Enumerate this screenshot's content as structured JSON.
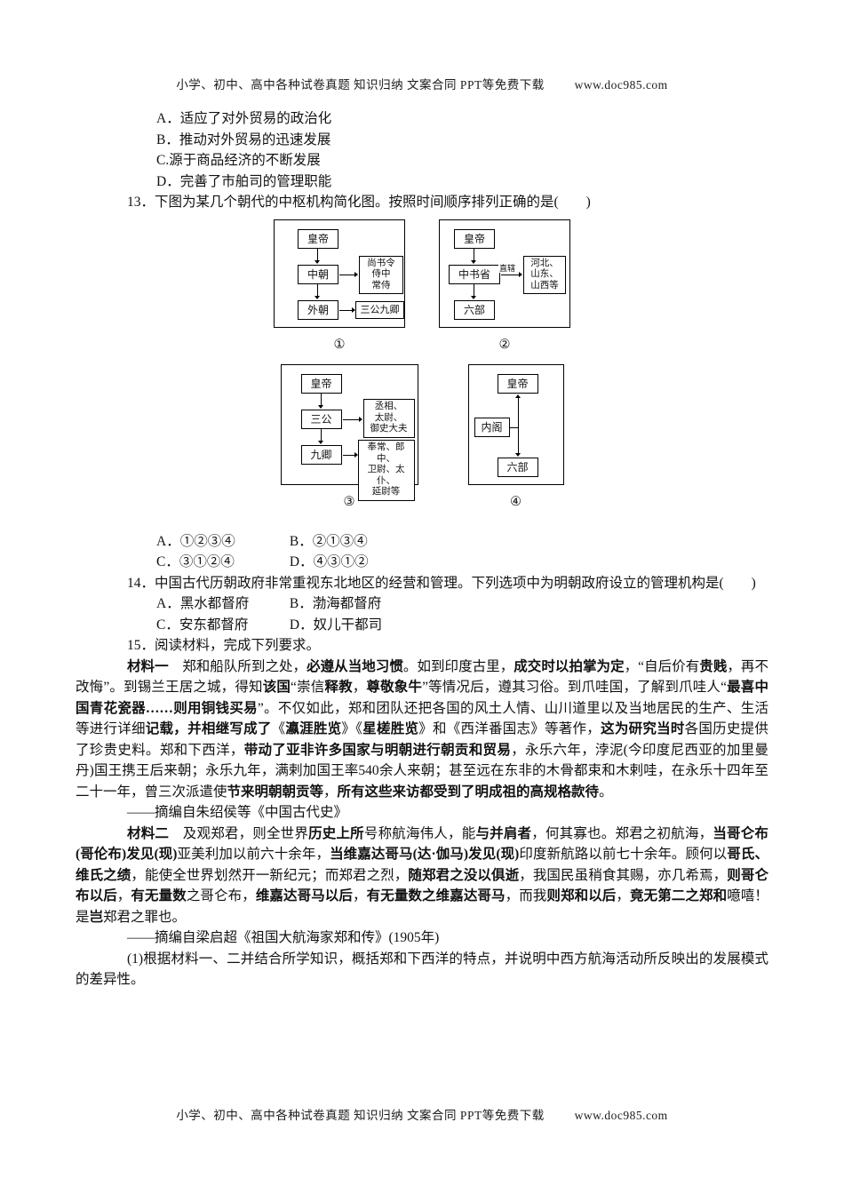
{
  "banner": {
    "text": "小学、初中、高中各种试卷真题  知识归纳  文案合同  PPT等免费下载",
    "url": "www.doc985.com"
  },
  "q12": {
    "options": [
      "A．适应了对外贸易的政治化",
      "B．推动对外贸易的迅速发展",
      "C.源于商品经济的不断发展",
      "D．完善了市舶司的管理职能"
    ]
  },
  "q13": {
    "stem": "13．下图为某几个朝代的中枢机构简化图。按照时间顺序排列正确的是(　　)",
    "diagrams": [
      {
        "label": "①",
        "nodes": {
          "top": "皇帝",
          "mid": "中朝",
          "mid_side": "尚书令\n侍中\n常侍",
          "bottom": "外朝",
          "bottom_side": "三公九卿"
        }
      },
      {
        "label": "②",
        "edge_label": "直辖",
        "nodes": {
          "top": "皇帝",
          "mid": "中书省",
          "mid_side": "河北、\n山东、\n山西等",
          "bottom": "六部"
        }
      },
      {
        "label": "③",
        "nodes": {
          "top": "皇帝",
          "mid": "三公",
          "mid_side": "丞相、\n太尉、\n御史大夫",
          "bottom": "九卿",
          "bottom_side": "奉常、郎中、\n卫尉、太仆、\n延尉等"
        }
      },
      {
        "label": "④",
        "nodes": {
          "top": "皇帝",
          "mid": "内阁",
          "bottom": "六部"
        }
      }
    ],
    "options": [
      "A．①②③④",
      "B．②①③④",
      "C．③①②④",
      "D．④③①②"
    ]
  },
  "q14": {
    "stem": "14．中国古代历朝政府非常重视东北地区的经营和管理。下列选项中为明朝政府设立的管理机构是(　　)",
    "options": [
      "A．黑水都督府",
      "B．渤海都督府",
      "C．安东都督府",
      "D．奴儿干都司"
    ]
  },
  "q15": {
    "stem": "15．阅读材料，完成下列要求。",
    "material1_segments": [
      {
        "t": "材料一　",
        "b": true
      },
      {
        "t": "郑和船队所到之处，",
        "b": false
      },
      {
        "t": "必遵从当地习惯",
        "b": true
      },
      {
        "t": "。如到印度古里，",
        "b": false
      },
      {
        "t": "成交时以拍掌为定",
        "b": true
      },
      {
        "t": "，“自后价有",
        "b": false
      },
      {
        "t": "贵贱",
        "b": true
      },
      {
        "t": "，再不改悔”。到锡兰王居之城，得知",
        "b": false
      },
      {
        "t": "该国",
        "b": true
      },
      {
        "t": "“崇信",
        "b": false
      },
      {
        "t": "释教",
        "b": true
      },
      {
        "t": "，",
        "b": false
      },
      {
        "t": "尊敬象牛",
        "b": true
      },
      {
        "t": "”等情况后，遵其习俗。到爪哇国，了解到爪哇人“",
        "b": false
      },
      {
        "t": "最喜中国青花瓷器……则用铜钱买易",
        "b": true
      },
      {
        "t": "”。不仅如此，郑和团队还把各国的风土人情、山川道里以及当地居民的生产、生活等进行详细",
        "b": false
      },
      {
        "t": "记载，并相继写成了",
        "b": true
      },
      {
        "t": "《",
        "b": false
      },
      {
        "t": "瀛涯胜览",
        "b": true
      },
      {
        "t": "》《",
        "b": false
      },
      {
        "t": "星槎胜览",
        "b": true
      },
      {
        "t": "》和《西洋番国志》等著作，",
        "b": false
      },
      {
        "t": "这为研究当时",
        "b": true
      },
      {
        "t": "各国历史提供了珍贵史料。郑和下西洋，",
        "b": false
      },
      {
        "t": "带动了亚非许多国家与明朝进行朝贡和贸易",
        "b": true
      },
      {
        "t": "，永乐六年，浡泥(今印度尼西亚的加里曼丹)国王携王后来朝；永乐九年，满剌加国王率540余人来朝；甚至远在东非的木骨都束和木剌哇，在永乐十四年至二十一年，曾三次派遣使",
        "b": false
      },
      {
        "t": "节来明朝朝贡等",
        "b": true
      },
      {
        "t": "，",
        "b": false
      },
      {
        "t": "所有这些来访都受到了明成祖的高规格款待",
        "b": true
      },
      {
        "t": "。",
        "b": false
      }
    ],
    "material1_source": "——摘编自朱绍侯等《中国古代史》",
    "material2_segments": [
      {
        "t": "材料二　",
        "b": true
      },
      {
        "t": "及观郑君，则全世界",
        "b": false
      },
      {
        "t": "历史上所",
        "b": true
      },
      {
        "t": "号称航海伟人，能",
        "b": false
      },
      {
        "t": "与并肩者",
        "b": true
      },
      {
        "t": "，何其寡也。郑君之初航海，",
        "b": false
      },
      {
        "t": "当哥仑布(哥伦布)发见(现)",
        "b": true
      },
      {
        "t": "亚美利加以前六十余年，",
        "b": false
      },
      {
        "t": "当维嘉达哥马(达·伽马)发见(现)",
        "b": true
      },
      {
        "t": "印度新航路以前七十余年。顾何以",
        "b": false
      },
      {
        "t": "哥氏、维氏之绩",
        "b": true
      },
      {
        "t": "，能使全世界划然开一新纪元；而郑君之烈，",
        "b": false
      },
      {
        "t": "随郑君之没以俱逝",
        "b": true
      },
      {
        "t": "，我国民虽稍食其赐，亦几希焉，",
        "b": false
      },
      {
        "t": "则哥仑布以后",
        "b": true
      },
      {
        "t": "，",
        "b": false
      },
      {
        "t": "有无量数",
        "b": true
      },
      {
        "t": "之哥仑布，",
        "b": false
      },
      {
        "t": "维嘉达哥马以后",
        "b": true
      },
      {
        "t": "，",
        "b": false
      },
      {
        "t": "有无量数之维嘉达哥马",
        "b": true
      },
      {
        "t": "，而我",
        "b": false
      },
      {
        "t": "则郑和以后",
        "b": true
      },
      {
        "t": "，",
        "b": false
      },
      {
        "t": "竟无第二之郑和",
        "b": true
      },
      {
        "t": "噫嘻！是",
        "b": false
      },
      {
        "t": "岂",
        "b": true
      },
      {
        "t": "郑君之罪也。",
        "b": false
      }
    ],
    "material2_source": "——摘编自梁启超《祖国大航海家郑和传》(1905年)",
    "sub_question1": "(1)根据材料一、二并结合所学知识，概括郑和下西洋的特点，并说明中西方航海活动所反映出的发展模式的差异性。"
  }
}
